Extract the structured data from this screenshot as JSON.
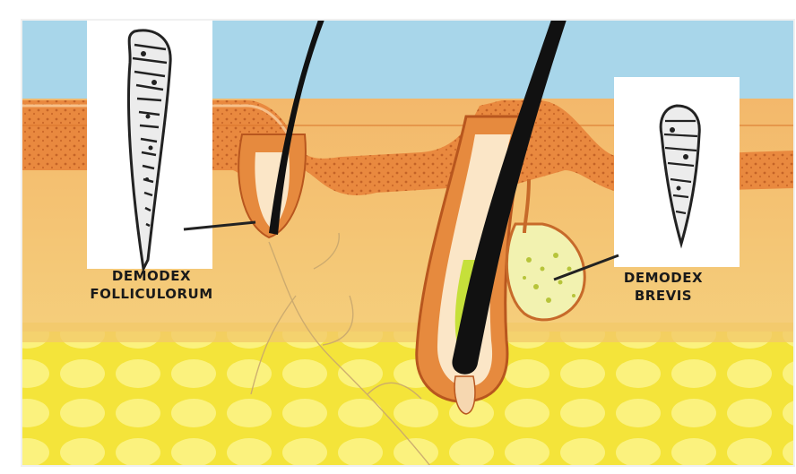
{
  "labels": {
    "folliculorum": {
      "line1": "DEMODEX",
      "line2": "FOLLICULORUM"
    },
    "brevis": {
      "line1": "DEMODEX",
      "line2": "BREVIS"
    }
  },
  "colors": {
    "sky": "#9fd2e8",
    "epidermis": "#e9893f",
    "dermis": "#f4c07a",
    "fat": "#f6e64a",
    "fat_cells": "#fbf27e",
    "hair": "#111111",
    "gland": "#f2f2b0",
    "inset_bg": "#ffffff"
  }
}
